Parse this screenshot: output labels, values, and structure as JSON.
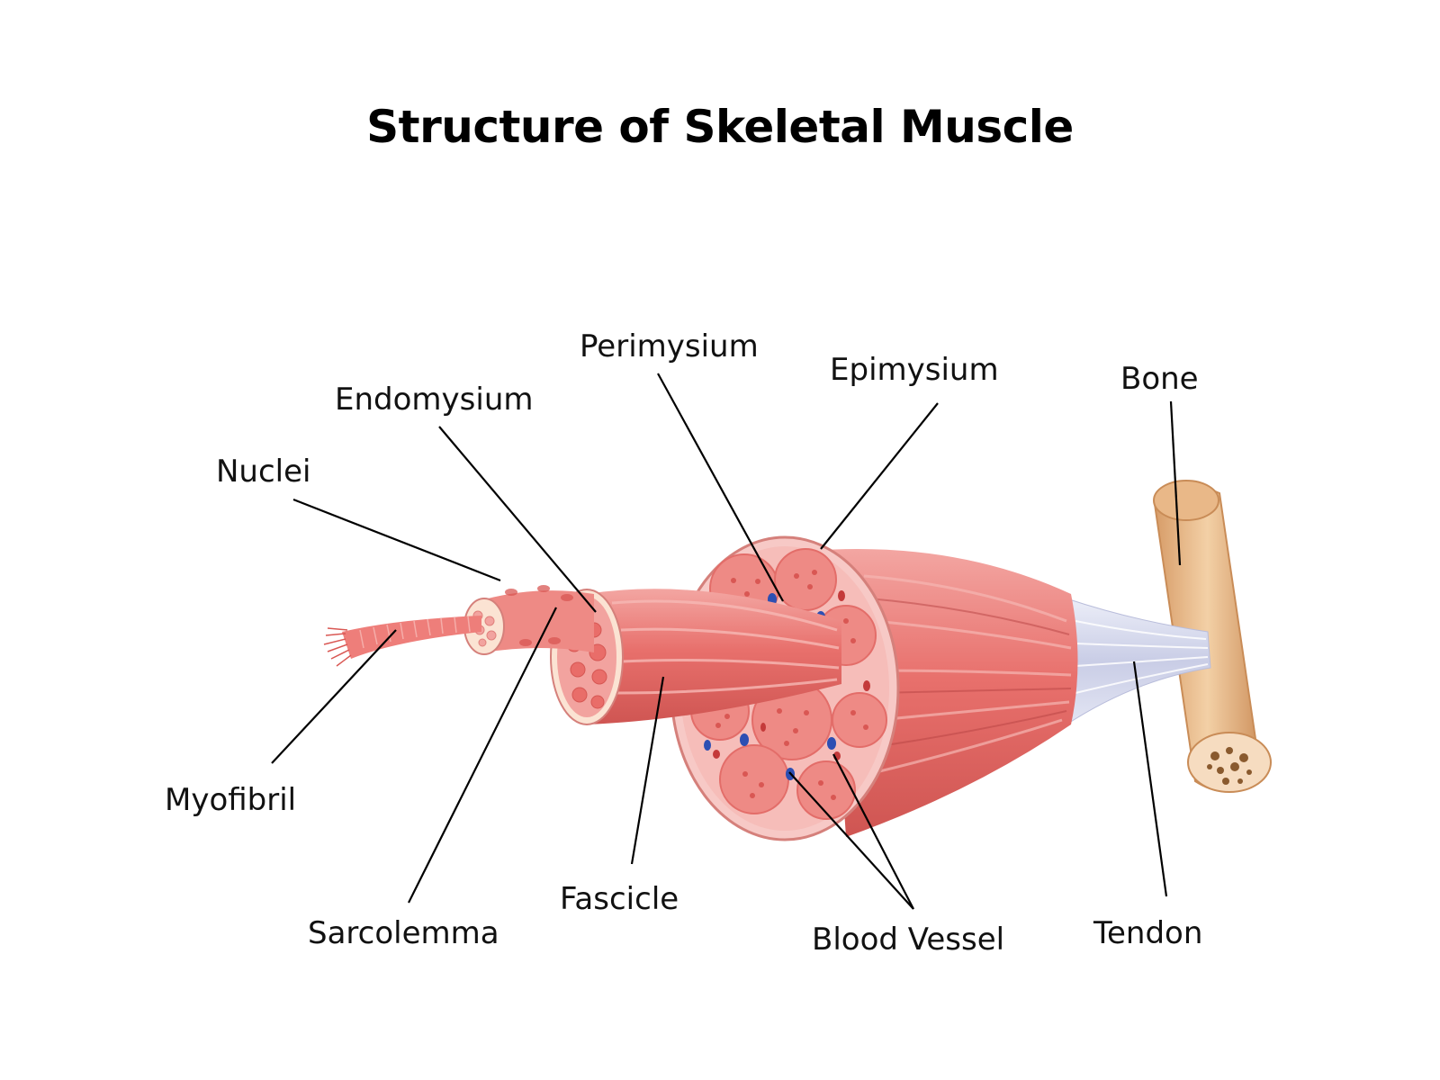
{
  "title": "Structure of Skeletal Muscle",
  "labels": {
    "perimysium": "Perimysium",
    "epimysium": "Epimysium",
    "bone": "Bone",
    "endomysium": "Endomysium",
    "nuclei": "Nuclei",
    "myofibril": "Myofibril",
    "sarcolemma": "Sarcolemma",
    "fascicle": "Fascicle",
    "blood_vessel": "Blood Vessel",
    "tendon": "Tendon"
  },
  "colors": {
    "muscle": "#e8706c",
    "muscle_light": "#f4a7a3",
    "muscle_dark": "#c94a4a",
    "connective": "#f7c9c6",
    "sheath": "#fbe3d3",
    "tendon": "#d9dcef",
    "bone": "#e9b888",
    "bone_dark": "#c98c57",
    "vein": "#2d4fb3",
    "artery": "#c43a3a"
  }
}
